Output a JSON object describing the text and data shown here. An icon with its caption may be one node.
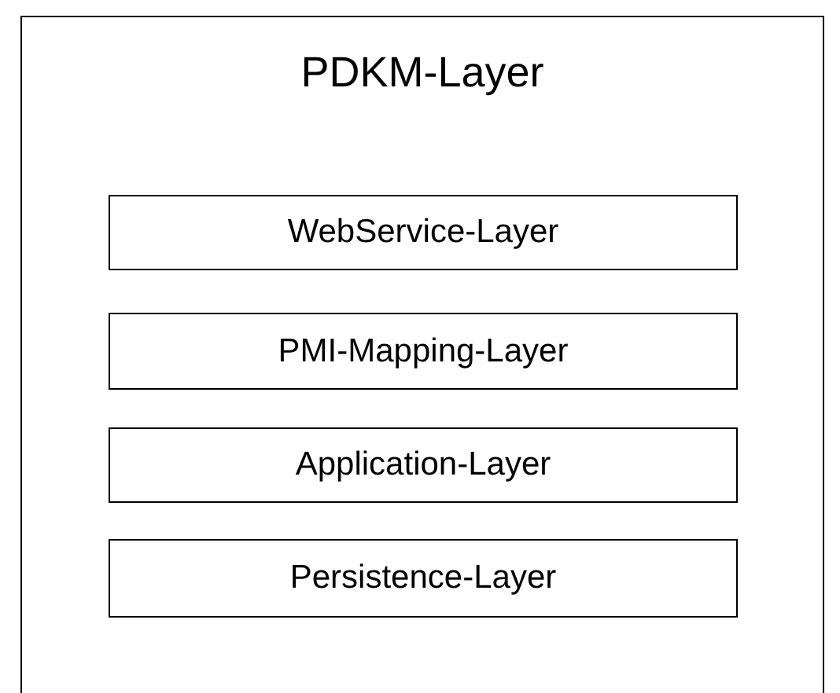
{
  "diagram": {
    "nodes": [
      {
        "text": [
          "PDKM-Layer"
        ]
      },
      {
        "text": [
          "WebService-Layer"
        ],
        "in": 0
      },
      {
        "text": [
          "PMI-Mapping-Layer"
        ],
        "in": 0
      },
      {
        "text": [
          "Application-Layer"
        ],
        "in": 0
      },
      {
        "text": [
          "Persistence-Layer"
        ],
        "in": 0
      }
    ]
  }
}
